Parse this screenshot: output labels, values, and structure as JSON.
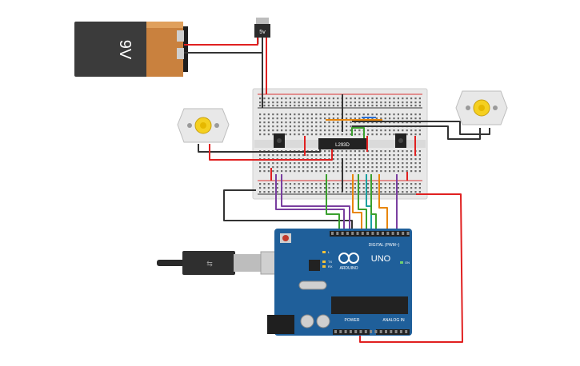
{
  "battery": {
    "label": "9V"
  },
  "regulator": {
    "label": "5v"
  },
  "driver_ic": {
    "label": "L293D"
  },
  "arduino": {
    "brand": "UNO",
    "maker": "ARDUINO",
    "digital_header": "DIGITAL (PWM~)",
    "power_header": "POWER",
    "analog_header": "ANALOG IN",
    "led_tx": "TX",
    "led_rx": "RX",
    "led_l": "L",
    "led_on": "ON"
  },
  "colors": {
    "red_wire": "#e02020",
    "black_wire": "#333333",
    "purple_wire": "#7a3fa0",
    "green_wire": "#3aa02e",
    "orange_wire": "#e8860c",
    "teal_wire": "#1aa0a0",
    "blue_wire": "#2d6fd0",
    "board_blue": "#1f5f9a"
  }
}
